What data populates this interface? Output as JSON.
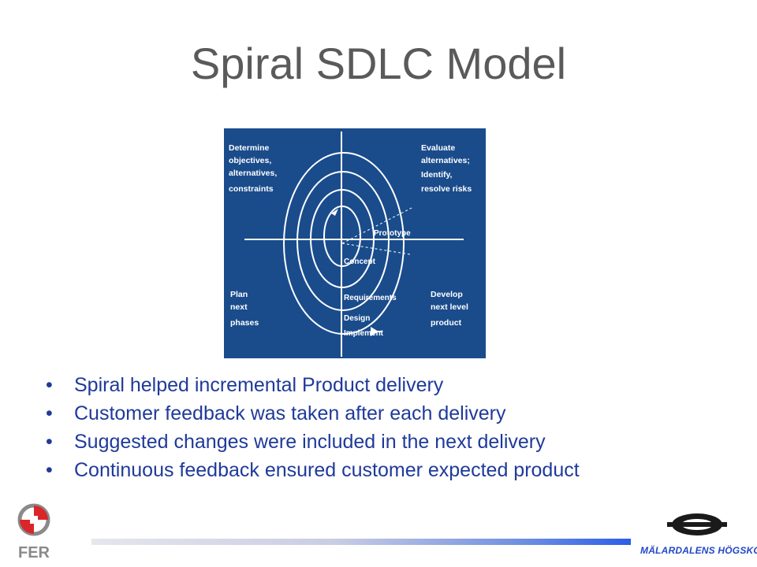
{
  "slide": {
    "title": "Spiral SDLC Model"
  },
  "diagram": {
    "quadrants": {
      "top_left": [
        "Determine",
        "objectives,",
        "alternatives,",
        "constraints"
      ],
      "top_right": [
        "Evaluate",
        "alternatives;",
        "Identify,",
        "resolve risks"
      ],
      "bottom_left": [
        "Plan",
        "next",
        "phases"
      ],
      "bottom_right": [
        "Develop",
        "next level",
        "product"
      ]
    },
    "labels": {
      "prototype": "Prototype",
      "concept": "Concept",
      "requirements": "Requirements",
      "design": "Design",
      "implement": "Implement"
    },
    "colors": {
      "background": "#1a4c8c",
      "lines": "#ffffff"
    }
  },
  "bullets": [
    "Spiral helped incremental Product delivery",
    "Customer feedback was taken after each delivery",
    "Suggested changes were included in the next delivery",
    "Continuous feedback ensured customer expected product"
  ],
  "footer": {
    "left_logo_text": "FER",
    "right_logo_text": "MÄLARDALENS HÖGSKOLA"
  }
}
